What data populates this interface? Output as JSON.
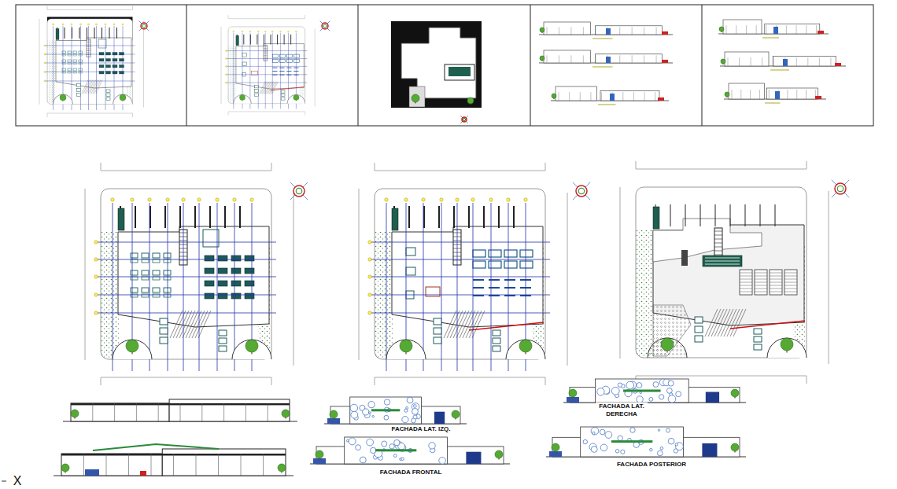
{
  "diagram": {
    "labels": [
      "FACHADA LAT. IZQ.",
      "FACHADA FRONTAL",
      "FACHADA LAT. DERECHA",
      "FACHADA POSTERIOR",
      "X"
    ]
  }
}
